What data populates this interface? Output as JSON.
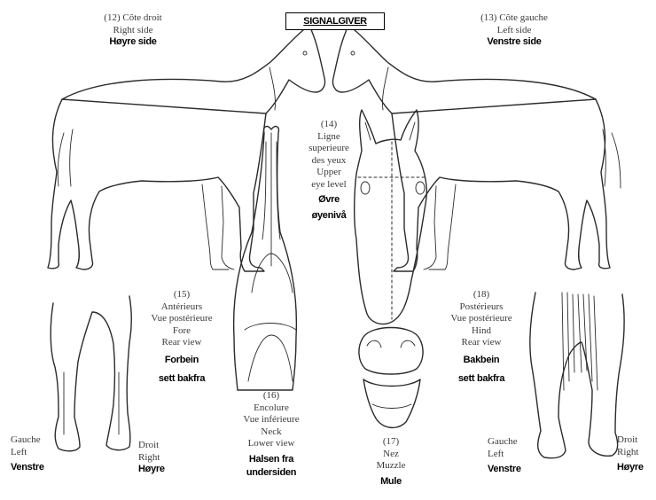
{
  "title": "SIGNALGIVER",
  "right_side": {
    "num": "(12)",
    "fr": "Côte droit",
    "en": "Right side",
    "no": "Høyre side"
  },
  "left_side": {
    "num": "(13)",
    "fr": "Côte gauche",
    "en": "Left side",
    "no": "Venstre side"
  },
  "eye_level": {
    "num": "(14)",
    "fr1": "Ligne",
    "fr2": "superieure",
    "fr3": "des yeux",
    "en1": "Upper",
    "en2": "eye level",
    "no1": "Øvre",
    "no2": "øyenivå"
  },
  "fore": {
    "num": "(15)",
    "fr1": "Antérieurs",
    "fr2": "Vue postérieure",
    "en1": "Fore",
    "en2": "Rear view",
    "no1": "Forbein",
    "no2": "sett bakfra"
  },
  "neck": {
    "num": "(16)",
    "fr1": "Encolure",
    "fr2": "Vue inférieure",
    "en1": "Neck",
    "en2": "Lower view",
    "no1": "Halsen fra",
    "no2": "undersiden"
  },
  "muzzle": {
    "num": "(17)",
    "fr": "Nez",
    "en": "Muzzle",
    "no": "Mule"
  },
  "hind": {
    "num": "(18)",
    "fr1": "Postérieurs",
    "fr2": "Vue postérieure",
    "en1": "Hind",
    "en2": "Rear view",
    "no1": "Bakbein",
    "no2": "sett bakfra"
  },
  "fore_left": {
    "fr": "Gauche",
    "en": "Left",
    "no": "Venstre"
  },
  "fore_right": {
    "fr": "Droit",
    "en": "Right",
    "no": "Høyre"
  },
  "hind_left": {
    "fr": "Gauche",
    "en": "Left",
    "no": "Venstre"
  },
  "hind_right": {
    "fr": "Droit",
    "en": "Right",
    "no": "Høyre"
  }
}
